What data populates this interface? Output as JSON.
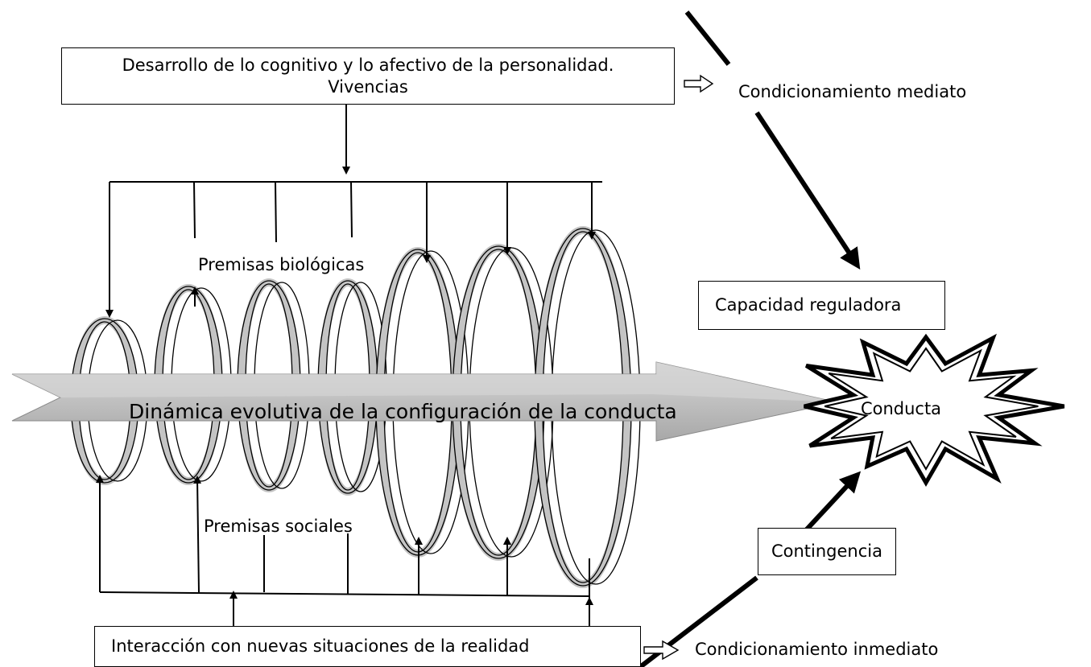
{
  "top_box": {
    "line1": "Desarrollo de lo cognitivo y lo afectivo de la personalidad.",
    "line2": "Vivencias"
  },
  "labels": {
    "condicionamiento_mediato": "Condicionamiento mediato",
    "premisas_biologicas": "Premisas biológicas",
    "premisas_sociales": "Premisas sociales",
    "dinamica": "Dinámica evolutiva de la configuración de la conducta",
    "condicionamiento_inmediato": "Condicionamiento inmediato"
  },
  "boxes": {
    "capacidad": "Capacidad reguladora",
    "contingencia": "Contingencia",
    "interaccion": "Interacción con nuevas situaciones de la realidad"
  },
  "burst": {
    "label": "Conducta"
  },
  "colors": {
    "ring_shade": "#c4c4c4",
    "arrow_fill": "#b2b2b2",
    "stroke": "#000000"
  }
}
